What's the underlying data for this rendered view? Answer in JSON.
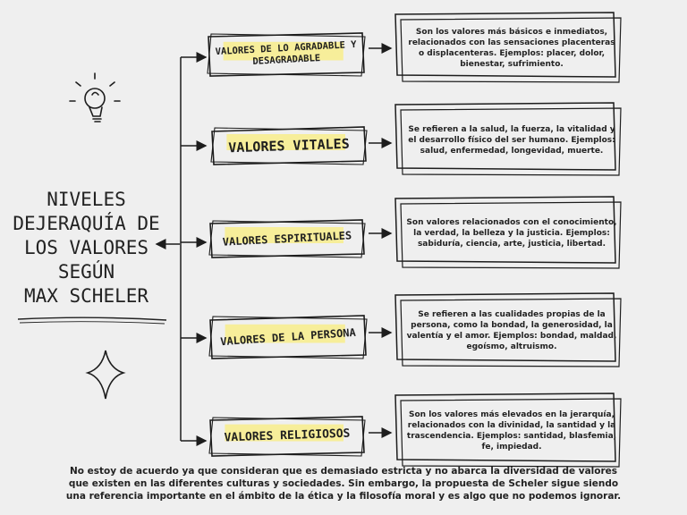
{
  "title": "NIVELES\nDEJERAQUÍA DE\nLOS VALORES\nSEGÚN\nMAX SCHELER",
  "levels": [
    {
      "label": "Valores de lo agradable y desagradable",
      "description": "Son los valores más básicos e inmediatos, relacionados con las sensaciones placenteras o displacenteras. Ejemplos: placer, dolor, bienestar, sufrimiento."
    },
    {
      "label": "Valores vitales",
      "description": "Se refieren a la salud, la fuerza, la vitalidad y el desarrollo físico del ser humano. Ejemplos: salud, enfermedad, longevidad, muerte."
    },
    {
      "label": "Valores espirituales",
      "description": "Son valores relacionados con el conocimiento, la verdad, la belleza y la justicia. Ejemplos: sabiduría, ciencia, arte, justicia, libertad."
    },
    {
      "label": "Valores de la persona",
      "description": "Se refieren a las cualidades propias de la persona, como la bondad, la generosidad, la valentía y el amor. Ejemplos: bondad, maldad, egoísmo, altruismo."
    },
    {
      "label": "Valores religiosos",
      "description": "Son los valores más elevados en la jerarquía, relacionados con la divinidad, la santidad y la trascendencia. Ejemplos: santidad, blasfemia, fe, impiedad."
    }
  ],
  "footer": "No estoy de acuerdo ya que consideran que es demasiado estricta y no abarca la diversidad de valores que existen en las diferentes culturas y sociedades. Sin embargo, la propuesta de Scheler sigue siendo una referencia importante en el ámbito de la ética y la filosofía moral y es algo que no podemos ignorar.",
  "colors": {
    "highlight": "#f7ee9a",
    "ink": "#1d1d1d",
    "background": "#efefef"
  },
  "icons": [
    "lightbulb-icon",
    "sparkle-icon"
  ]
}
